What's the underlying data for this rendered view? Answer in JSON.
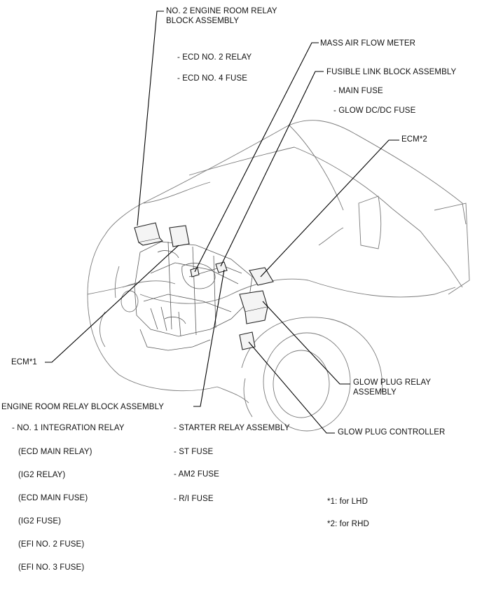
{
  "labels": {
    "no2_engine_room_relay_line1": "NO. 2 ENGINE ROOM RELAY",
    "no2_engine_room_relay_line2": "BLOCK ASSEMBLY",
    "ecd_no2_relay": "- ECD NO. 2 RELAY",
    "ecd_no4_fuse": "- ECD NO. 4 FUSE",
    "mass_air_flow_meter": "MASS AIR FLOW METER",
    "fusible_link_block": "FUSIBLE LINK BLOCK ASSEMBLY",
    "main_fuse": "- MAIN FUSE",
    "glow_dcdc_fuse": "- GLOW DC/DC FUSE",
    "ecm2": "ECM*2",
    "ecm1": "ECM*1",
    "glow_plug_relay_line1": "GLOW PLUG RELAY",
    "glow_plug_relay_line2": "ASSEMBLY",
    "engine_room_relay_block": "ENGINE ROOM RELAY BLOCK ASSEMBLY",
    "no1_integration_relay": "- NO. 1 INTEGRATION RELAY",
    "ecd_main_relay": "(ECD MAIN RELAY)",
    "ig2_relay": "(IG2 RELAY)",
    "ecd_main_fuse": "(ECD MAIN FUSE)",
    "ig2_fuse": "(IG2 FUSE)",
    "efi_no2_fuse": "(EFI NO. 2 FUSE)",
    "efi_no3_fuse": "(EFI NO. 3 FUSE)",
    "starter_relay": "- STARTER RELAY ASSEMBLY",
    "st_fuse": "- ST FUSE",
    "am2_fuse": "- AM2 FUSE",
    "ri_fuse": "- R/I FUSE",
    "glow_plug_controller": "GLOW PLUG CONTROLLER",
    "footnote1": "*1: for LHD",
    "footnote2": "*2: for RHD"
  }
}
